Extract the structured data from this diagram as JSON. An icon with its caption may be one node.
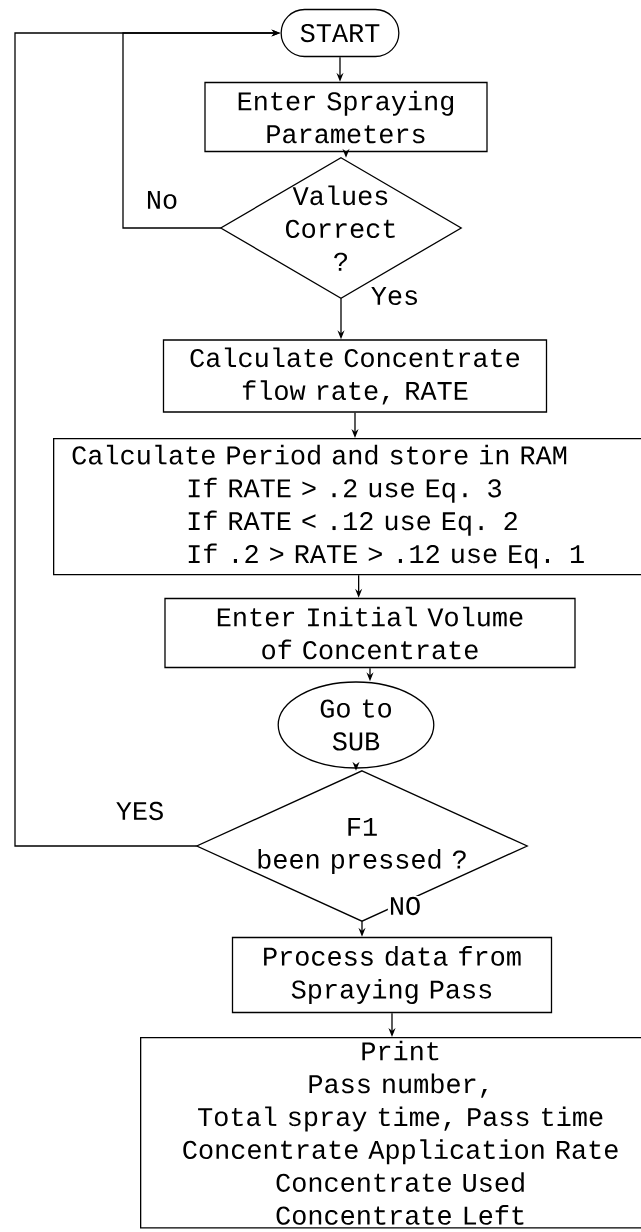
{
  "diagram": {
    "nodes": [
      {
        "text": [
          "START"
        ]
      },
      {
        "text": [
          "Enter Spraying Parameters"
        ]
      },
      {
        "text": [
          "Values Correct ?"
        ]
      },
      {
        "text": [
          "Calculate Concentrate flow rate, RATE"
        ]
      },
      {
        "text": [
          "Calculate Period and store in RAM",
          "If RATE > .2 use Eq. 3",
          "If RATE < .12 use Eq. 2",
          "If .2 > RATE > .12 use Eq. 1"
        ]
      },
      {
        "text": [
          "Enter Initial Volume of Concentrate"
        ]
      },
      {
        "text": [
          "Go to SUB"
        ]
      },
      {
        "text": [
          "F1",
          "been pressed ?"
        ]
      },
      {
        "text": [
          "Process data from Spraying Pass"
        ]
      },
      {
        "text": [
          "Print",
          "Pass number,",
          "Total spray time, Pass time",
          "Concentrate Application Rate",
          "Concentrate Used",
          "Concentrate Left"
        ]
      }
    ],
    "edges": [
      {
        "from": 0,
        "to": 1,
        "arrow": "to"
      },
      {
        "from": 1,
        "to": 2,
        "arrow": "to"
      },
      {
        "from": 2,
        "to": 0,
        "arrow": "to",
        "label": "No"
      },
      {
        "from": 2,
        "to": 3,
        "arrow": "to",
        "label": "Yes"
      },
      {
        "from": 3,
        "to": 4,
        "arrow": "to"
      },
      {
        "from": 4,
        "to": 5,
        "arrow": "to"
      },
      {
        "from": 5,
        "to": 6,
        "arrow": "to"
      },
      {
        "from": 6,
        "to": 7,
        "arrow": "to"
      },
      {
        "from": 7,
        "to": 0,
        "arrow": "to",
        "label": "YES"
      },
      {
        "from": 7,
        "to": 8,
        "arrow": "to",
        "label": "NO"
      },
      {
        "from": 8,
        "to": 9,
        "arrow": "to"
      }
    ]
  }
}
